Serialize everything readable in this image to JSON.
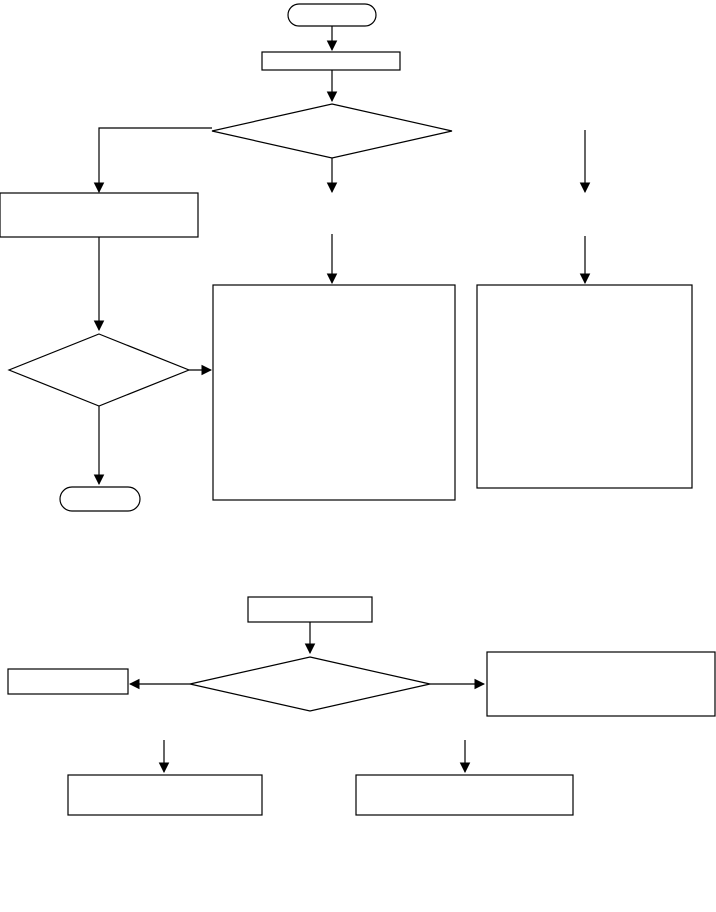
{
  "diagram": {
    "type": "flowchart",
    "colors": {
      "stroke": "#000000",
      "fill": "#ffffff",
      "box_shadow": "#000000"
    },
    "nodes": [
      {
        "id": "start-terminal",
        "shape": "terminal",
        "label": ""
      },
      {
        "id": "process-top",
        "shape": "process",
        "label": ""
      },
      {
        "id": "decision-main",
        "shape": "decision",
        "label": ""
      },
      {
        "id": "process-left",
        "shape": "process",
        "label": ""
      },
      {
        "id": "decision-left",
        "shape": "decision",
        "label": ""
      },
      {
        "id": "end-terminal",
        "shape": "terminal",
        "label": ""
      },
      {
        "id": "process-center-large",
        "shape": "process",
        "label": ""
      },
      {
        "id": "process-right-large",
        "shape": "process",
        "label": ""
      },
      {
        "id": "process-bottom-top",
        "shape": "process",
        "label": ""
      },
      {
        "id": "decision-bottom",
        "shape": "decision",
        "label": ""
      },
      {
        "id": "process-bottom-left",
        "shape": "process",
        "label": ""
      },
      {
        "id": "process-bottom-right",
        "shape": "process",
        "label": ""
      },
      {
        "id": "process-bottom-far-left",
        "shape": "process",
        "label": ""
      },
      {
        "id": "process-bottom-far-right",
        "shape": "process",
        "label": ""
      }
    ],
    "edges": [
      {
        "from": "start-terminal",
        "to": "process-top"
      },
      {
        "from": "process-top",
        "to": "decision-main"
      },
      {
        "from": "decision-main",
        "to": "process-left"
      },
      {
        "from": "decision-main",
        "to": "process-center-large"
      },
      {
        "from": "process-left",
        "to": "decision-left"
      },
      {
        "from": "decision-left",
        "to": "process-center-large"
      },
      {
        "from": "decision-left",
        "to": "end-terminal"
      },
      {
        "from": "",
        "to": "process-right-large"
      },
      {
        "from": "process-bottom-top",
        "to": "decision-bottom"
      },
      {
        "from": "decision-bottom",
        "to": "process-bottom-far-left"
      },
      {
        "from": "decision-bottom",
        "to": "process-bottom-far-right"
      },
      {
        "from": "",
        "to": "process-bottom-left"
      },
      {
        "from": "",
        "to": "process-bottom-right"
      }
    ]
  }
}
